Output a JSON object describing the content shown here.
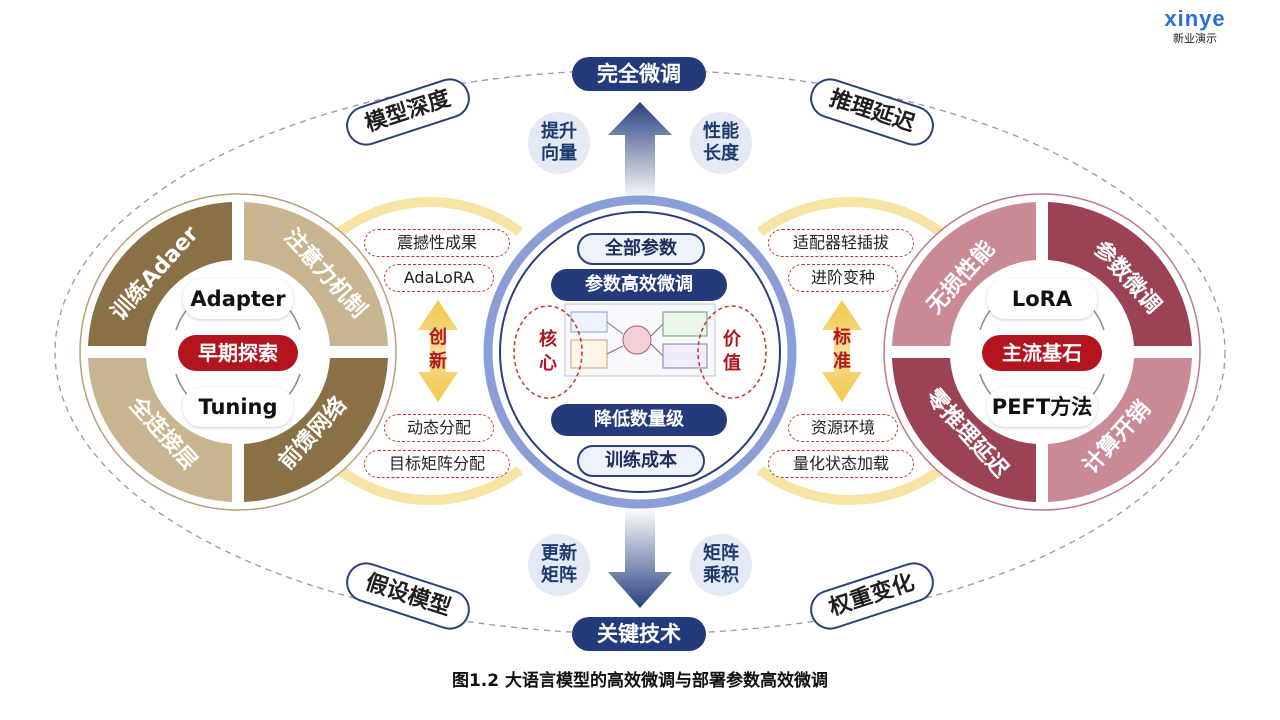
{
  "brand": {
    "logo_text": "xinye",
    "subtitle": "新业演示"
  },
  "top": {
    "title": "完全微调",
    "left_bubble": "提升\n向量",
    "right_bubble": "性能\n长度"
  },
  "bottom": {
    "title": "关键技术",
    "left_bubble": "更新\n矩阵",
    "right_bubble": "矩阵\n乘积"
  },
  "corner_tags": {
    "top_left": "模型深度",
    "top_right": "推理延迟",
    "bottom_left": "假设模型",
    "bottom_right": "权重变化"
  },
  "left_wheel": {
    "segments": [
      "训练Adaer",
      "注意力机制",
      "全连接层",
      "前馈网络"
    ],
    "inner_top": "Adapter",
    "inner_bottom": "Tuning",
    "center": "早期探索"
  },
  "right_wheel": {
    "segments": [
      "无损性能",
      "参数微调",
      "零推理延迟",
      "计算开销"
    ],
    "inner_top": "LoRA",
    "inner_bottom": "PEFT方法",
    "center": "主流基石"
  },
  "left_middle": {
    "top_items": [
      "震撼性成果",
      "AdaLoRA"
    ],
    "arrow_label": "创\n新",
    "bottom_items": [
      "动态分配",
      "目标矩阵分配"
    ]
  },
  "right_middle": {
    "top_items": [
      "适配器轻插拔",
      "进阶变种"
    ],
    "arrow_label": "标\n准",
    "bottom_items": [
      "资源环境",
      "量化状态加载"
    ]
  },
  "center": {
    "top_light": "全部参数",
    "top_navy": "参数高效微调",
    "left_label": "核\n心",
    "right_label": "价\n值",
    "bottom_navy": "降低数量级",
    "bottom_light": "训练成本"
  },
  "caption": "图1.2 大语言模型的高效微调与部署参数高效微调",
  "colors": {
    "navy": "#243a7a",
    "left_dark": "#8a7045",
    "left_light": "#c8b48f",
    "right_dark": "#9b4254",
    "right_light": "#c98a96",
    "gold": "#f3c64b",
    "red": "#b3151f"
  }
}
